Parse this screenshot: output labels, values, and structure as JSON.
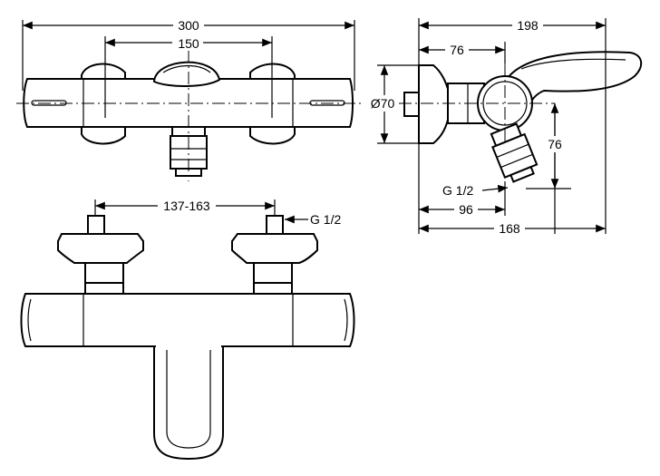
{
  "dimensions": {
    "top_width": "300",
    "top_spacing": "150",
    "side_depth": "198",
    "side_offset": "76",
    "side_diameter": "Ø70",
    "side_height": "76",
    "side_thread": "G 1/2",
    "side_inlet": "96",
    "side_total": "168",
    "front_spacing": "137-163",
    "front_thread": "G 1/2"
  }
}
